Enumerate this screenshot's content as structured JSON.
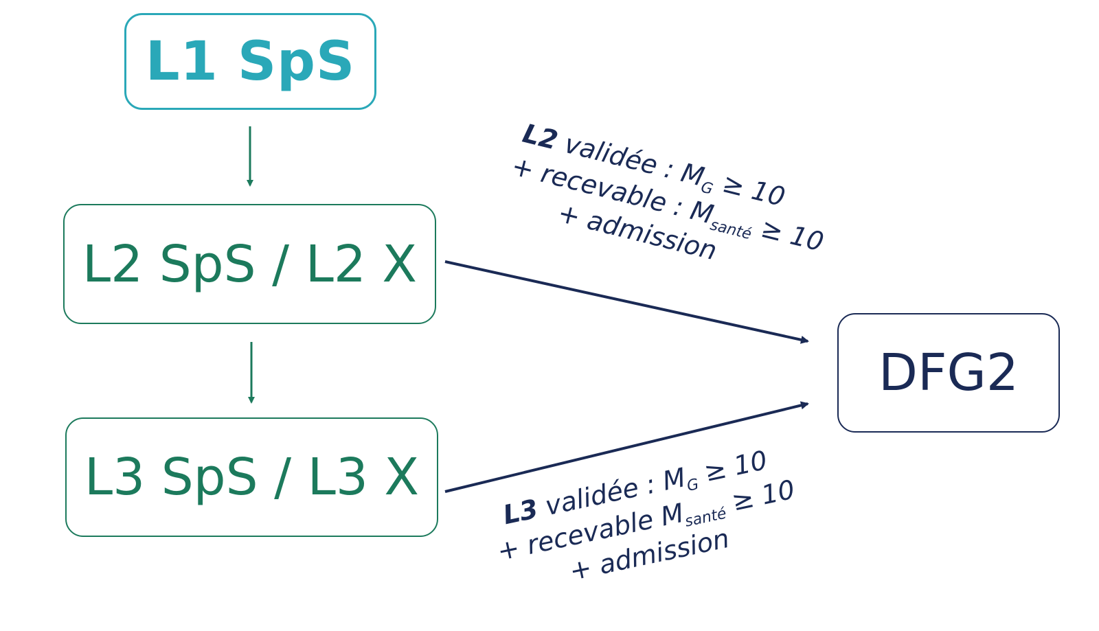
{
  "nodes": {
    "l1": {
      "label": "L1 SpS"
    },
    "l2": {
      "label": "L2 SpS / L2 X"
    },
    "l3": {
      "label": "L3 SpS / L3 X"
    },
    "dfg2": {
      "label": "DFG2"
    }
  },
  "conditions": {
    "l2_to_dfg2": {
      "level": "L2",
      "validated": " validée : M",
      "validated_sub": "G",
      "validated_rule": " ≥ 10",
      "receivable": "+ recevable : M",
      "receivable_sub": "santé",
      "receivable_rule": " ≥ 10",
      "admission": "+ admission"
    },
    "l3_to_dfg2": {
      "level": "L3",
      "validated": " validée : M",
      "validated_sub": "G",
      "validated_rule": " ≥ 10",
      "receivable": "+ recevable M",
      "receivable_sub": "santé",
      "receivable_rule": " ≥ 10",
      "admission": "+ admission"
    }
  },
  "colors": {
    "teal": "#2aa8b8",
    "green": "#1c7a5c",
    "navy": "#1a2a55"
  }
}
